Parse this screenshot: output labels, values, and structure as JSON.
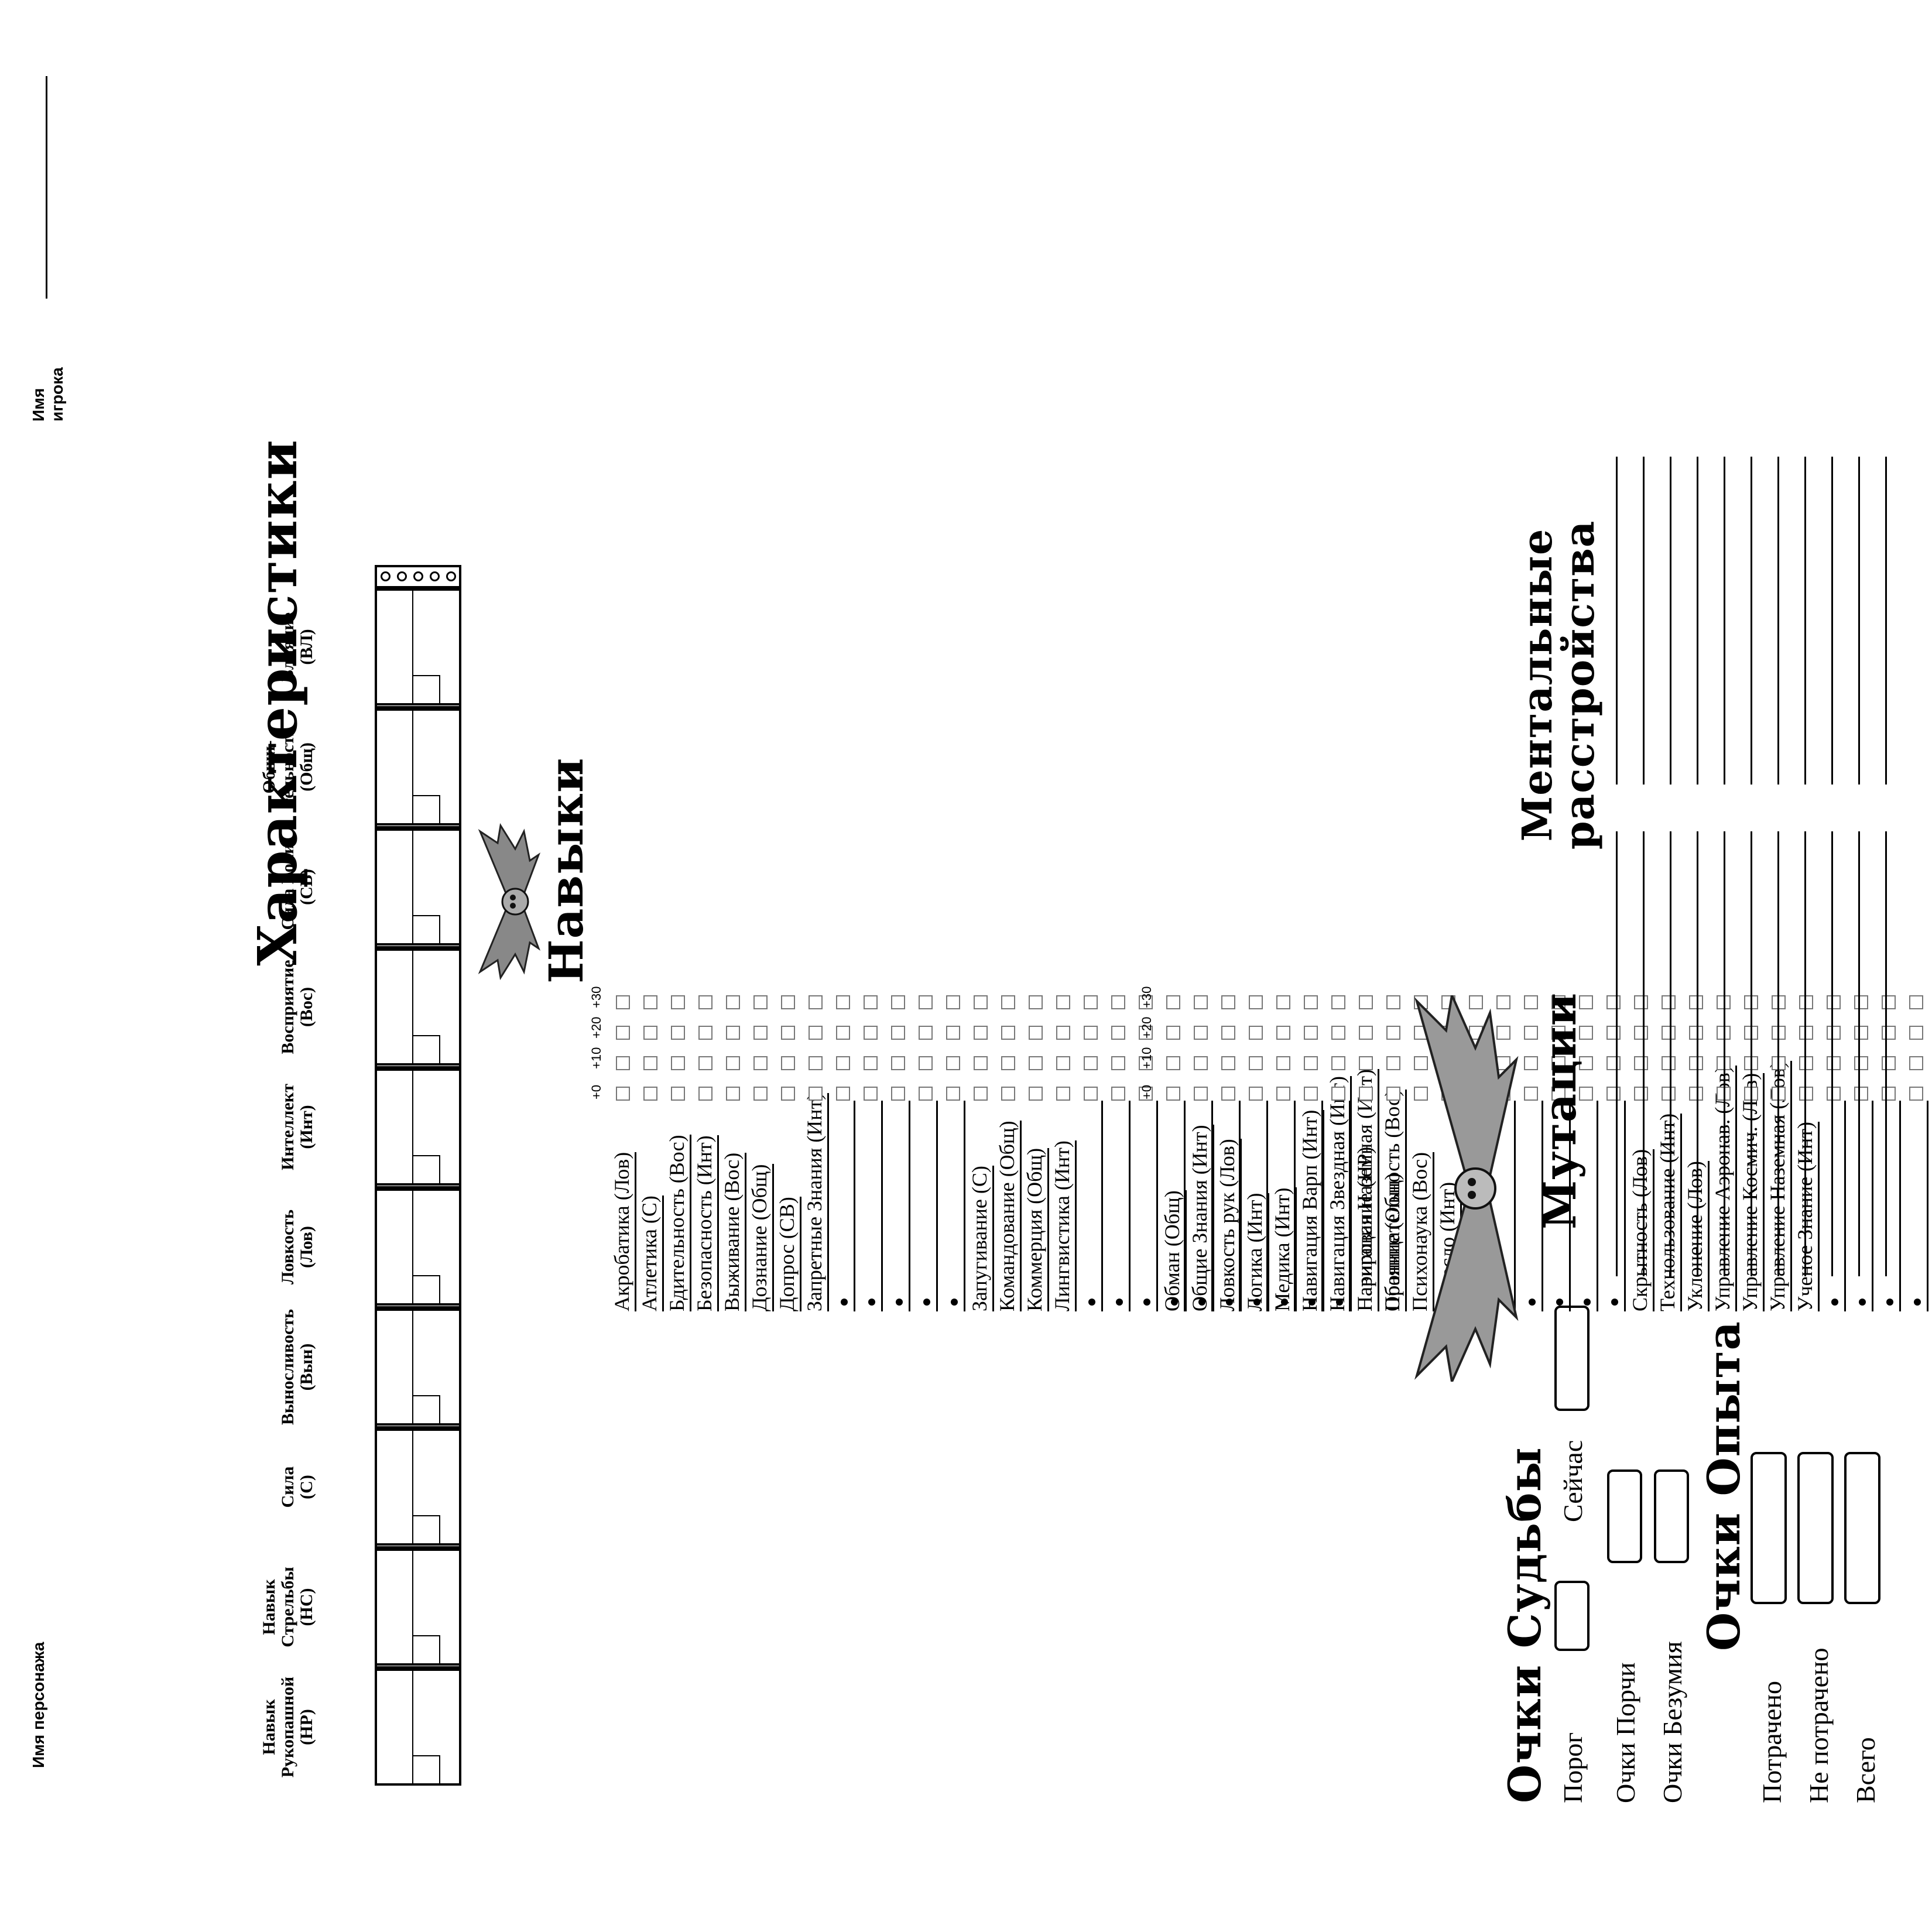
{
  "header": {
    "character_name_label": "Имя персонажа",
    "player_name_label": "Имя игрока"
  },
  "characteristics": {
    "title": "Характеристики",
    "items": [
      {
        "label_lines": [
          "Навык",
          "Рукопашной",
          "(НР)"
        ]
      },
      {
        "label_lines": [
          "Навык",
          "Стрельбы",
          "(НС)"
        ]
      },
      {
        "label_lines": [
          "Сила",
          "(С)"
        ]
      },
      {
        "label_lines": [
          "Выносливость",
          "(Вын)"
        ]
      },
      {
        "label_lines": [
          "Ловкость",
          "(Лов)"
        ]
      },
      {
        "label_lines": [
          "Интеллект",
          "(Инт)"
        ]
      },
      {
        "label_lines": [
          "Восприятие",
          "(Вос)"
        ]
      },
      {
        "label_lines": [
          "Сила Воли",
          "(СВ)"
        ]
      },
      {
        "label_lines": [
          "Общи-",
          "тельность",
          "(Общ)"
        ]
      },
      {
        "label_lines": [
          "Влияние",
          "(ВЛ)"
        ]
      }
    ]
  },
  "skills": {
    "title": "Навыки",
    "advance_labels": [
      "+0",
      "+10",
      "+20",
      "+30"
    ],
    "left_column": [
      "Акробатика (Лов)",
      "Атлетика (С)",
      "Бдительность (Вос)",
      "Безопасность (Инт)",
      "Выживание (Вос)",
      "Дознание (Общ)",
      "Допрос (СВ)",
      "Запретные Знания (Инт)",
      "•",
      "•",
      "•",
      "•",
      "•",
      "Запугивание (С)",
      "Командование (Общ)",
      "Коммерция (Общ)",
      "Лингвистика (Инт)",
      "•",
      "•",
      "•",
      "•",
      "•",
      "Ловкость рук (Лов)",
      "Логика (Инт)",
      "Медика (Инт)",
      "Навигация Варп (Инт)",
      "Навигация Звездная (Инт)",
      "Навигация Наземная (Инт)",
      "Обаяние (Общ)"
    ],
    "right_column": [
      "Обман (Общ)",
      "Общие Знания (Инт)",
      "•",
      "•",
      "•",
      "•",
      "•",
      "Парирование (НР)",
      "Проницательность (Вос)",
      "Психонаука (Вос)",
      "Ремесло (Инт)",
      "•",
      "•",
      "•",
      "•",
      "•",
      "•",
      "Скрытность (Лов)",
      "Технользование (Инт)",
      "Уклонение (Лов)",
      "Управление Аэронав. (Лов)",
      "Управление Космич. (Лов)",
      "Управление Наземная (Лов)",
      "Ученое Знание (Инт)",
      "•",
      "•",
      "•",
      "•",
      "•"
    ]
  },
  "fate": {
    "title": "Очки Судьбы",
    "threshold_label": "Порог",
    "current_label": "Сейчас"
  },
  "corruption_label": "Очки Порчи",
  "insanity_label": "Очки Безумия",
  "experience": {
    "title": "Очки Опыта",
    "spent_label": "Потрачено",
    "unspent_label": "Не потрачено",
    "total_label": "Всего"
  },
  "mutations": {
    "title": "Мутации"
  },
  "mental_disorders": {
    "title_lines": [
      "Ментальные",
      "расстройства"
    ]
  }
}
